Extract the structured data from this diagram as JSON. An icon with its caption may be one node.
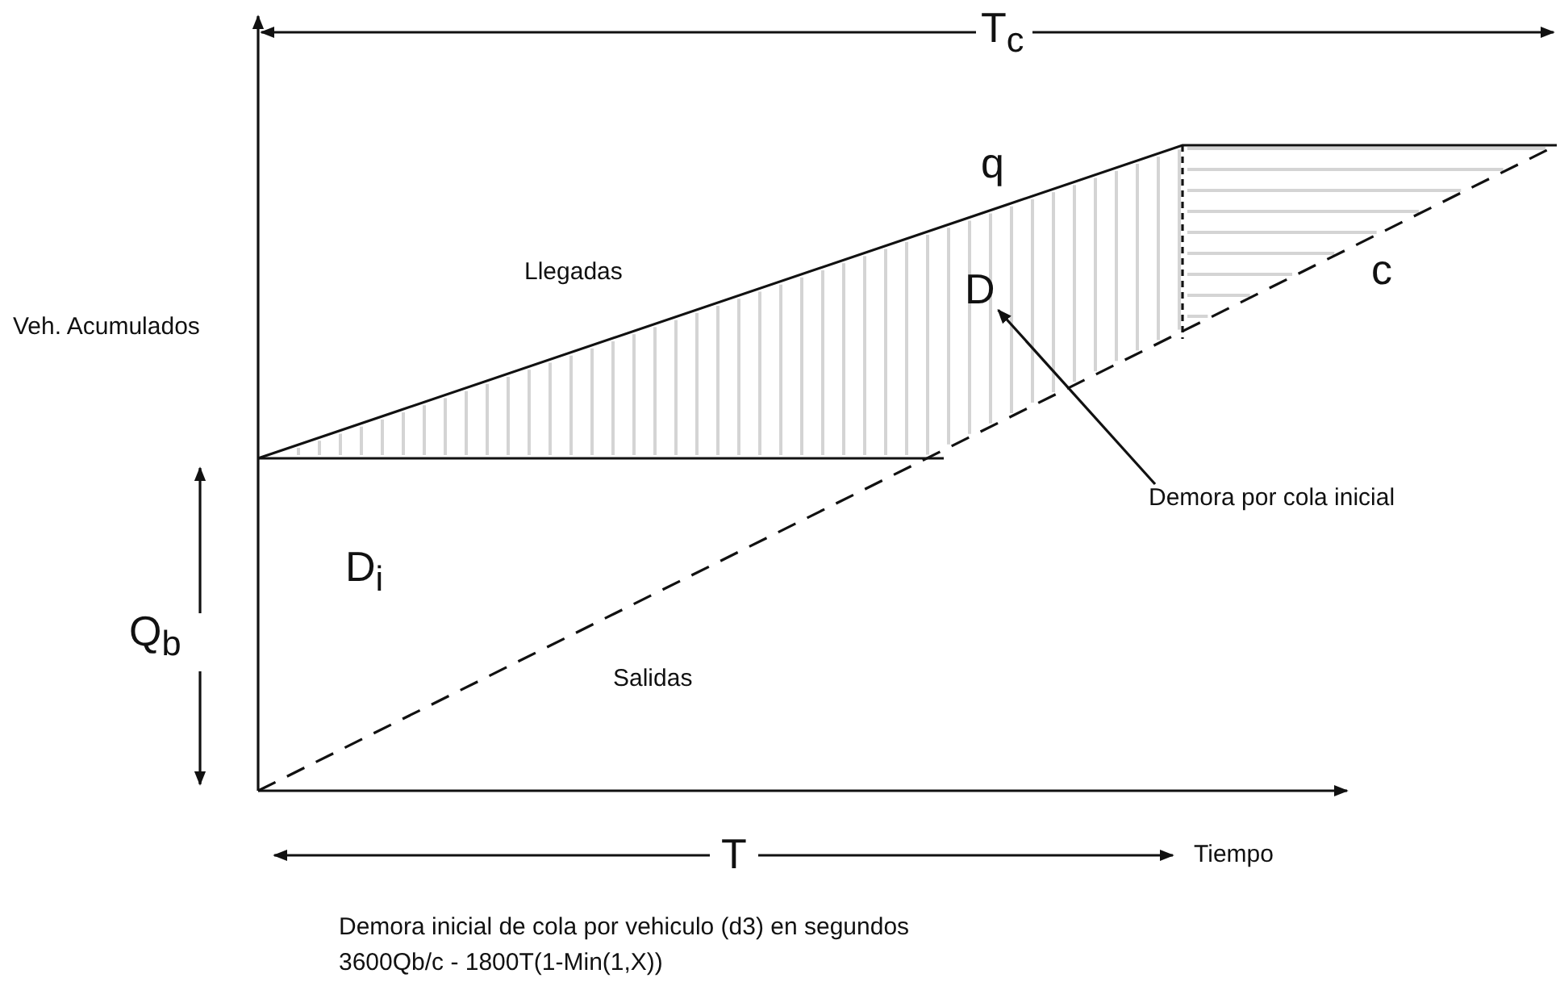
{
  "diagram": {
    "nodes": [
      {
        "text": [
          "Demora por cola inicial"
        ]
      },
      {
        "text": [
          "D"
        ]
      }
    ],
    "edges": [
      {
        "from": 0,
        "to": 1,
        "arrow": "to"
      }
    ],
    "labels": [
      "T$_{c}$",
      "q",
      "Llegadas",
      "c",
      "Veh. Acumulados",
      "D$_{i}$",
      "Q$_{b}$",
      "Salidas",
      "T",
      "Tiempo",
      "Demora inicial de cola por vehiculo (d3) en segundos",
      "3600Qb/c - 1800T(1-Min(1,X))"
    ]
  }
}
